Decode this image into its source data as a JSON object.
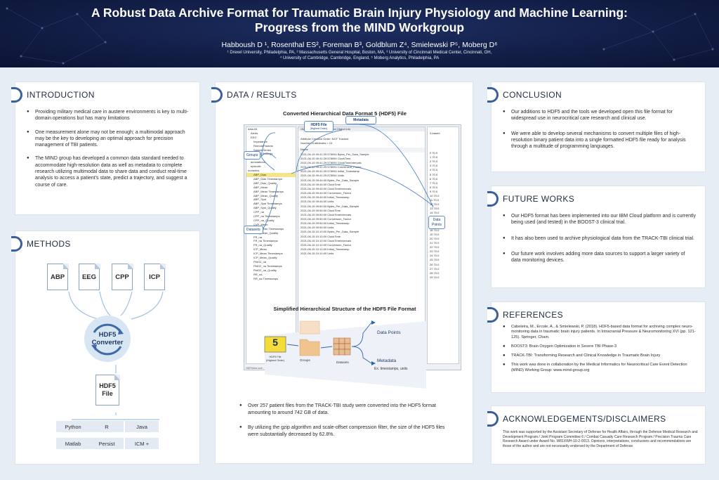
{
  "header": {
    "title_line1": "A Robust Data Archive Format for Traumatic Brain Injury Physiology and Machine Learning:",
    "title_line2": "Progress from the MIND Workgroup",
    "authors": "Habboush D ¹, Rosenthal ES², Foreman B³, Goldblum Z⁴, Smielewski P⁵, Moberg D⁶",
    "affil_line1": "¹ Drexel University, Philadelphia, PA, ² Massachusetts General Hospital, Boston, MA, ³ University of Cincinnati Medical Center, Cincinnati, OH,",
    "affil_line2": "⁴ University of Cambridge, Cambridge, England, ⁵ Moberg Analytics, Philadelphia, PA"
  },
  "introduction": {
    "heading": "INTRODUCTION",
    "bullets": [
      "Providing military medical care in austere environments is key to multi-domain operations but has many limitations",
      "One measurement alone may not be enough; a multimodal approach may be the key to developing an optimal approach for precision management of TBI patients.",
      "The MIND group has developed a common data standard needed to accommodate high-resolution data as well as metadata to complete research utilizing multimodal data to share data and conduct real-time analysis to access a patient’s state, predict a trajectory, and suggest a course of care."
    ]
  },
  "methods": {
    "heading": "METHODS",
    "inputs": [
      "ABP",
      "EEG",
      "CPP",
      "ICP"
    ],
    "converter_line1": "HDF5",
    "converter_line2": "Converter",
    "output_line1": "HDF5",
    "output_line2": "File",
    "languages": [
      "Python",
      "R",
      "Java",
      "Matlab",
      "Persist",
      "ICM +"
    ]
  },
  "data_results": {
    "heading": "DATA / RESULTS",
    "fig1_title": "Converted Hierarchical Data Format 5 (HDF5) File",
    "callouts": {
      "hdf5_file": "HDF5 File",
      "hdf5_sub": "(Highest Order)",
      "groups": "Groups",
      "datasets": "Datasets",
      "metadata": "Metadata",
      "data_points_1": "Data",
      "data_points_2": "Points"
    },
    "tree_items": [
      "data.h5",
      "Alerts",
      "EEG",
      "Impedance",
      "RemoteParams",
      "SampleSeries",
      "Protocol_Settings",
      "alerts",
      "annotations",
      "episodic",
      "numerics",
      "ABP_Dias",
      "ABP_Dias Timestamps",
      "ABP_Dias_Quality",
      "ABP_Mean",
      "ABP_Mean Timestamps",
      "ABP_Mean_Quality",
      "ABP_Syst",
      "ABP_Syst Timestamps",
      "ABP_Syst_Quality",
      "CPP_na",
      "CPP_na Timestamps",
      "CPP_na_Quality",
      "CVP_Mean",
      "CVP_Mean Timestamps",
      "CVP_Mean_Quality",
      "FR_na",
      "FR_na Timestamps",
      "FR_na_Quality",
      "ICP_Mean",
      "ICP_Mean Timestamps",
      "ICP_Mean_Quality",
      "PbtO2_na",
      "PbtO2_na Timestamps",
      "PbtO2_na_Quality",
      "RR_na",
      "RR_na Timestamps"
    ],
    "mid_tabs": "Object Attribute Info    General Object Info",
    "mid_header": "Attribute Creation Order:   NOT Tracked",
    "mid_count": "Number of attributes = 24",
    "mid_name": "Name",
    "mid_rows": [
      "2021-06-15 09:41:29.578094 Bytes_Per_Data_Sample",
      "2021-06-15 09:41:29.578094 ClockTime",
      "2021-06-15 09:41:29.578094 ClockTimeIntervals",
      "2021-06-15 09:41:29.578094 Conversion_Factor",
      "2021-06-15 09:41:29.578094 Initial_Timestamp",
      "2021-06-15 09:41:29.578094 Units",
      "2021-06-15 09:44:00 Bytes_Per_Data_Sample",
      "2021-06-15 09:44:00 ClockTime",
      "2021-06-15 09:44:00 ClockTimeIntervals",
      "2021-06-15 09:44:00 Conversion_Factor",
      "2021-06-15 09:44:00 Initial_Timestamp",
      "2021-06-15 09:44:00 Units",
      "2021-06-15 09:50:00 Bytes_Per_Data_Sample",
      "2021-06-15 09:50:00 ClockTime",
      "2021-06-15 09:50:00 ClockTimeIntervals",
      "2021-06-15 09:50:00 Conversion_Factor",
      "2021-06-15 09:50:00 Initial_Timestamp",
      "2021-06-15 09:50:00 Units",
      "2021-06-15 10:10:00 Bytes_Per_Data_Sample",
      "2021-06-15 10:10:00 ClockTime",
      "2021-06-15 10:10:00 ClockTimeIntervals",
      "2021-06-15 10:10:00 Conversion_Factor",
      "2021-06-15 10:10:00 Initial_Timestamp",
      "2021-06-15 10:10:00 Units"
    ],
    "right_header": "0-based",
    "right_rows": [
      "0  70.0",
      "1  70.0",
      "2  70.0",
      "3  70.0",
      "4  70.0",
      "5  70.0",
      "6  70.0",
      "7  70.0",
      "8  70.0",
      "9  70.0",
      "10  70.0",
      "11  70.0",
      "12  70.0",
      "13  70.0",
      "14  70.0",
      "15  70.0",
      "16  70.0",
      "17  70.0",
      "18  70.0",
      "19  70.0",
      "20  70.0",
      "21  70.0",
      "22  70.0",
      "23  70.0",
      "24  70.0",
      "25  70.0",
      "26  70.0",
      "27  70.0",
      "28  70.0",
      "29  70.0"
    ],
    "status_path": "HDFView root - C:\\Users\\Daniel Habboush\\Documents\\HDF_Group\\HDFView\\app",
    "fig2_title": "Simplified Hierarchical Structure of the HDF5 File Format",
    "fig2": {
      "file_number": "5",
      "file_label_1": "HDF5 File",
      "file_label_2": "(Highest Order)",
      "groups": "Groups",
      "datasets": "Datasets",
      "data_points": "Data Points",
      "metadata": "Metadata",
      "metadata_note": "Ex. timestamps, units"
    },
    "bullets": [
      "Over 257 patient files from the TRACK-TBI study were converted into the HDF5 format amounting to around 742 GB of data.",
      "By utilizing the gzip algorithm and scale-offset compression filter, the size of the HDF5 files were substantially decreased by 62.8%."
    ]
  },
  "conclusion": {
    "heading": "CONCLUSION",
    "bullets": [
      "Our additions to HDF5 and the tools we developed open this file format for widespread use in neurocritical care research and clinical use.",
      "We were able to develop several mechanisms to convert multiple files of high-resolution binary patient data into a single formatted HDF5 file ready for analysis through a multitude of programming languages."
    ]
  },
  "future": {
    "heading": "FUTURE WORKS",
    "bullets": [
      "Our HDF5 format has been implemented into our IBM Cloud platform and is currently being used (and tested) in the BOOST-3 clinical trial.",
      "It has also been used to archive physiological data from the TRACK-TBI clinical trial.",
      "Our future work involves adding more data sources to support a larger variety of data monitoring devices."
    ]
  },
  "references": {
    "heading": "REFERENCES",
    "items": [
      "Cabeleira, M., Ercole, A., & Smielewski, P. (2018). HDF5-based data format for archiving complex neuro-monitoring data in traumatic brain injury patients. In Intracranial Pressure & Neuromonitoring XVI (pp. 121-125). Springer, Cham.",
      "BOOST3: Brain Oxygen Optimization in Severe TBI Phase-3",
      "TRACK-TBI: Transforming Research and Clinical Knowledge in Traumatic Brain Injury",
      "This work was done in collaboration by the Medical Informatics for Neurocritical Care Event Detection (MIND) Working Group: www.mind-group.org"
    ]
  },
  "acknowledgements": {
    "heading": "ACKNOWLEDGEMENTS/DISCLAIMERS",
    "text": "This work was supported by the Assistant Secretary of Defense for Health Affairs, through the Defense Medical Research and Development Program / Joint Program Committee 6 / Combat Casualty Care Research Program / Precision Trauma Care Research Award under Award No. W81XWH-19-2-0013. Opinions, interpretations, conclusions and recommendations are those of the author and are not necessarily endorsed by the Department of Defense."
  },
  "colors": {
    "header_bg": "#121d45",
    "accent": "#3b5f98",
    "panel_bg": "#ffffff",
    "page_bg": "#e6edf5"
  }
}
